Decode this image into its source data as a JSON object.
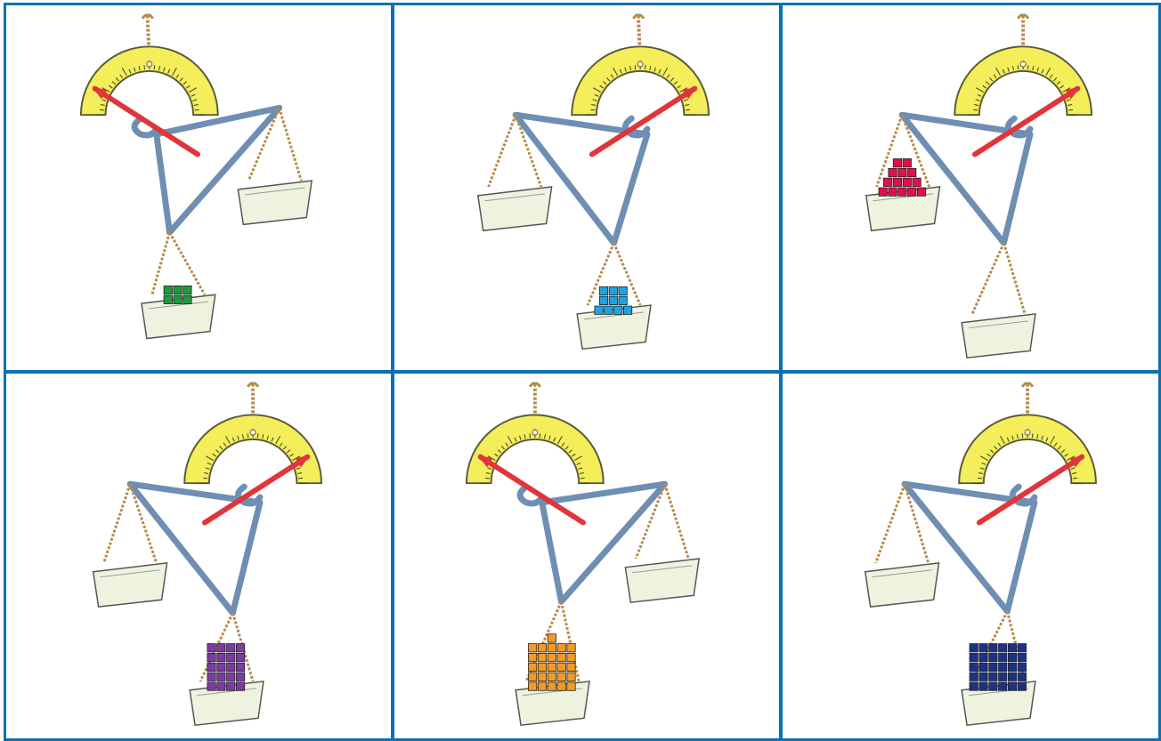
{
  "colors": {
    "grid_line": "#0a72b4",
    "scale_arc": "#f3ee5a",
    "scale_edge": "#5a5a3a",
    "pointer": "#e0353b",
    "hanger": "#6f8eb3",
    "rope": "#b58a4c",
    "basket": "#eef3df"
  },
  "panels": [
    {
      "cube_color": "#1e9a3c",
      "cube_count": 6,
      "cube_rows": [
        3,
        3
      ],
      "loaded_side": "low",
      "pointer": "left",
      "icon": "hanger-scale-icon"
    },
    {
      "cube_color": "#1ea3e0",
      "cube_count": 10,
      "cube_rows": [
        3,
        3,
        4
      ],
      "loaded_side": "low",
      "pointer": "right",
      "icon": "hanger-scale-icon"
    },
    {
      "cube_color": "#e0104a",
      "cube_count": 14,
      "cube_rows": [
        2,
        3,
        4,
        5
      ],
      "loaded_side": "high",
      "pointer": "right",
      "icon": "hanger-scale-icon"
    },
    {
      "cube_color": "#7b3ba0",
      "cube_count": 20,
      "cube_rows": [
        4,
        4,
        4,
        4,
        4
      ],
      "loaded_side": "low",
      "pointer": "right",
      "icon": "hanger-scale-icon"
    },
    {
      "cube_color": "#f29a26",
      "cube_count": 26,
      "cube_rows": [
        1,
        5,
        5,
        5,
        5,
        5
      ],
      "loaded_side": "low",
      "pointer": "left",
      "icon": "hanger-scale-icon"
    },
    {
      "cube_color": "#1c3286",
      "cube_count": 30,
      "cube_rows": [
        6,
        6,
        6,
        6,
        6
      ],
      "loaded_side": "low",
      "pointer": "right",
      "icon": "hanger-scale-icon"
    }
  ]
}
